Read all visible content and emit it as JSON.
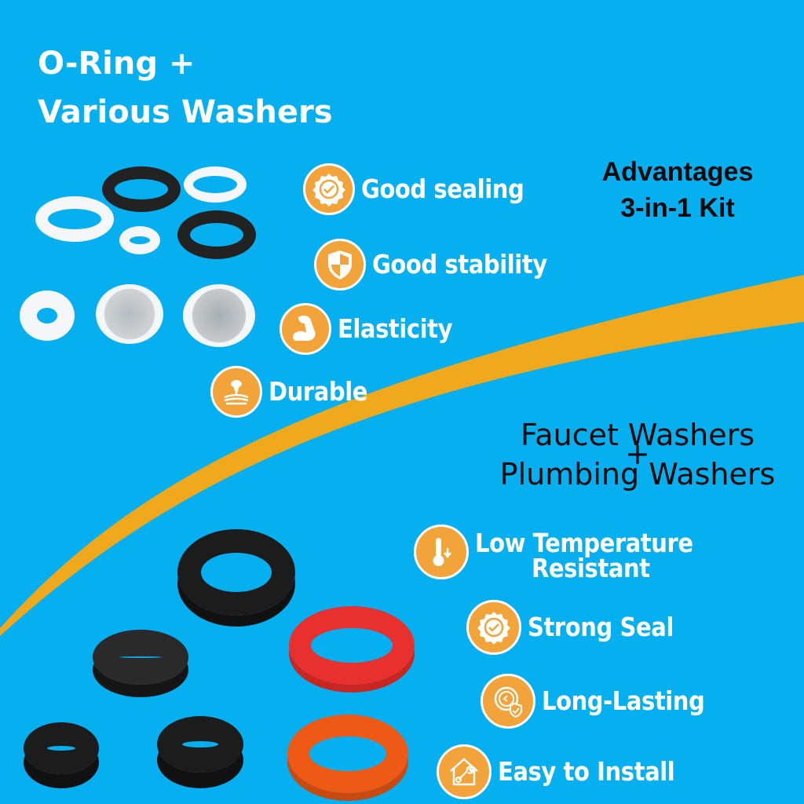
{
  "top_section": {
    "title_line1": "O-Ring +",
    "title_line2": "Various Washers",
    "advantages_line1": "Advantages",
    "advantages_line2": "3-in-1 Kit",
    "features": [
      {
        "label": "Good sealing",
        "icon": "check-badge-icon"
      },
      {
        "label": "Good stability",
        "icon": "shield-icon"
      },
      {
        "label": "Elasticity",
        "icon": "flexed-arm-icon"
      },
      {
        "label": "Durable",
        "icon": "finger-press-icon"
      }
    ]
  },
  "bottom_section": {
    "title_line1": "Faucet Washers",
    "title_plus": "+",
    "title_line2": "Plumbing Washers",
    "features": [
      {
        "label": "Low Temperature",
        "label2": "Resistant",
        "icon": "thermometer-down-icon"
      },
      {
        "label": "Strong Seal",
        "icon": "check-badge-icon"
      },
      {
        "label": "Long-Lasting",
        "icon": "clock-shield-icon"
      },
      {
        "label": "Easy to Install",
        "icon": "house-wrench-icon"
      }
    ]
  },
  "colors": {
    "background": "#05aff0",
    "swoosh": "#f0a81c",
    "badge": "#f2a33a",
    "text_white": "#ffffff",
    "text_black": "#0a0a0a",
    "red_washer": "#e8302e",
    "orange_washer": "#ee5a16",
    "black_washer": "#1c1c1c",
    "white_washer": "#f4f6f8"
  }
}
